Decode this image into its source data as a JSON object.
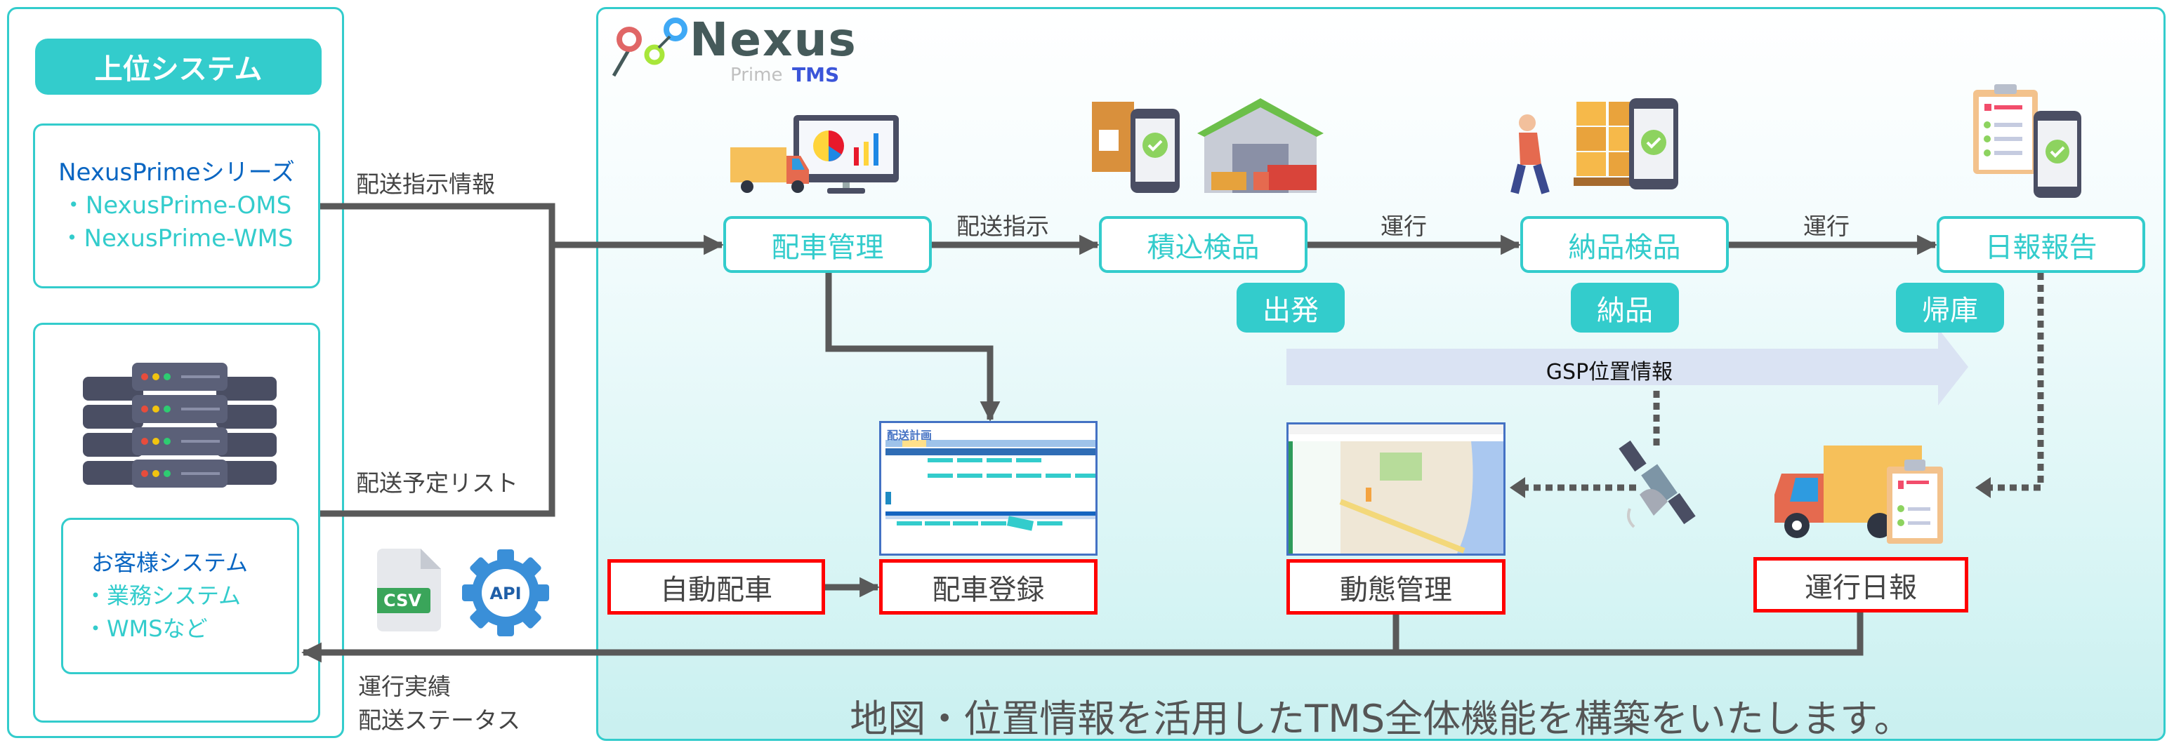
{
  "left_panel": {
    "header": "上位システム",
    "nexusprime_box": {
      "title": "NexusPrimeシリーズ",
      "items": [
        "・NexusPrime-OMS",
        "・NexusPrime-WMS"
      ]
    },
    "customer_box": {
      "title": "お客様システム",
      "items": [
        "・業務システム",
        "・WMSなど"
      ]
    },
    "icons": [
      "server-icon",
      "csv-file-icon",
      "api-gear-icon"
    ]
  },
  "connector_labels": {
    "dispatch_info": "配送指示情報",
    "schedule_list": "配送予定リスト",
    "results_line1": "運行実績",
    "results_line2": "配送ステータス"
  },
  "logo": {
    "brand": "Nexus",
    "sub1": "Prime",
    "sub2": "TMS"
  },
  "process": {
    "steps": [
      "配車管理",
      "積込検品",
      "納品検品",
      "日報報告"
    ],
    "links": [
      "配送指示",
      "運行",
      "運行"
    ],
    "events": [
      "出発",
      "納品",
      "帰庫"
    ]
  },
  "gps_label": "GSP位置情報",
  "functions": {
    "auto_dispatch": "自動配車",
    "dispatch_registration": "配車登録",
    "tracking": "動態管理",
    "daily_report": "運行日報"
  },
  "dispatch_screenshot_title": "配送計画",
  "tagline": "地図・位置情報を活用したTMS全体機能を構築をいたします。",
  "colors": {
    "accent": "#33cccc",
    "line": "#595959",
    "highlight": "#ff0000",
    "gps_arrow": "#dae3f3",
    "title_blue": "#0a66c2"
  }
}
